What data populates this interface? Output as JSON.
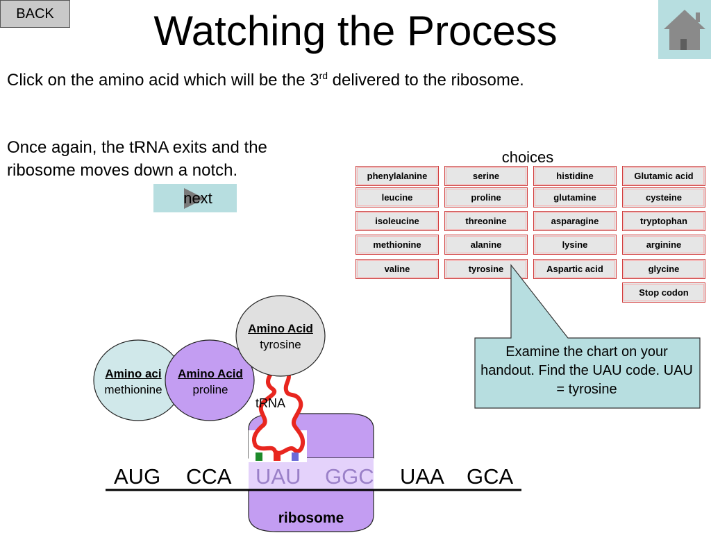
{
  "nav": {
    "back_label": "BACK",
    "home_icon": "house-icon"
  },
  "title": "Watching the Process",
  "instruction": {
    "before": "Click on the amino acid which will be the 3",
    "sup": "rd",
    "after": " delivered to the ribosome."
  },
  "note": "Once again, the tRNA exits and the\nribosome moves down a notch.",
  "next_label": "next",
  "choices": {
    "title": "choices",
    "items": [
      "phenylalanine",
      "serine",
      "histidine",
      "Glutamic acid",
      "leucine",
      "proline",
      "glutamine",
      "cysteine",
      "isoleucine",
      "threonine",
      "asparagine",
      "tryptophan",
      "methionine",
      "alanine",
      "lysine",
      "arginine",
      "valine",
      "tyrosine",
      "Aspartic acid",
      "glycine",
      "Stop codon"
    ]
  },
  "callout": "Examine the chart on your handout. Find the UAU code. UAU = tyrosine",
  "amino_acids": [
    {
      "heading": "Amino aci",
      "name": "methionine",
      "color": "#d0e8ea"
    },
    {
      "heading": "Amino Acid",
      "name": "proline",
      "color": "#c39df2"
    },
    {
      "heading": "Amino Acid",
      "name": "tyrosine",
      "color": "#e0e0e0"
    }
  ],
  "trna_label": "tRNA",
  "ribosome_label": "ribosome",
  "codons": [
    "AUG",
    "CCA",
    "UAU",
    "GGC",
    "UAA",
    "GCA"
  ],
  "colors": {
    "panel": "#b7dee0",
    "ribosome": "#c39df2",
    "trna": "#e8261f",
    "choice_border": "#d23c3c"
  }
}
